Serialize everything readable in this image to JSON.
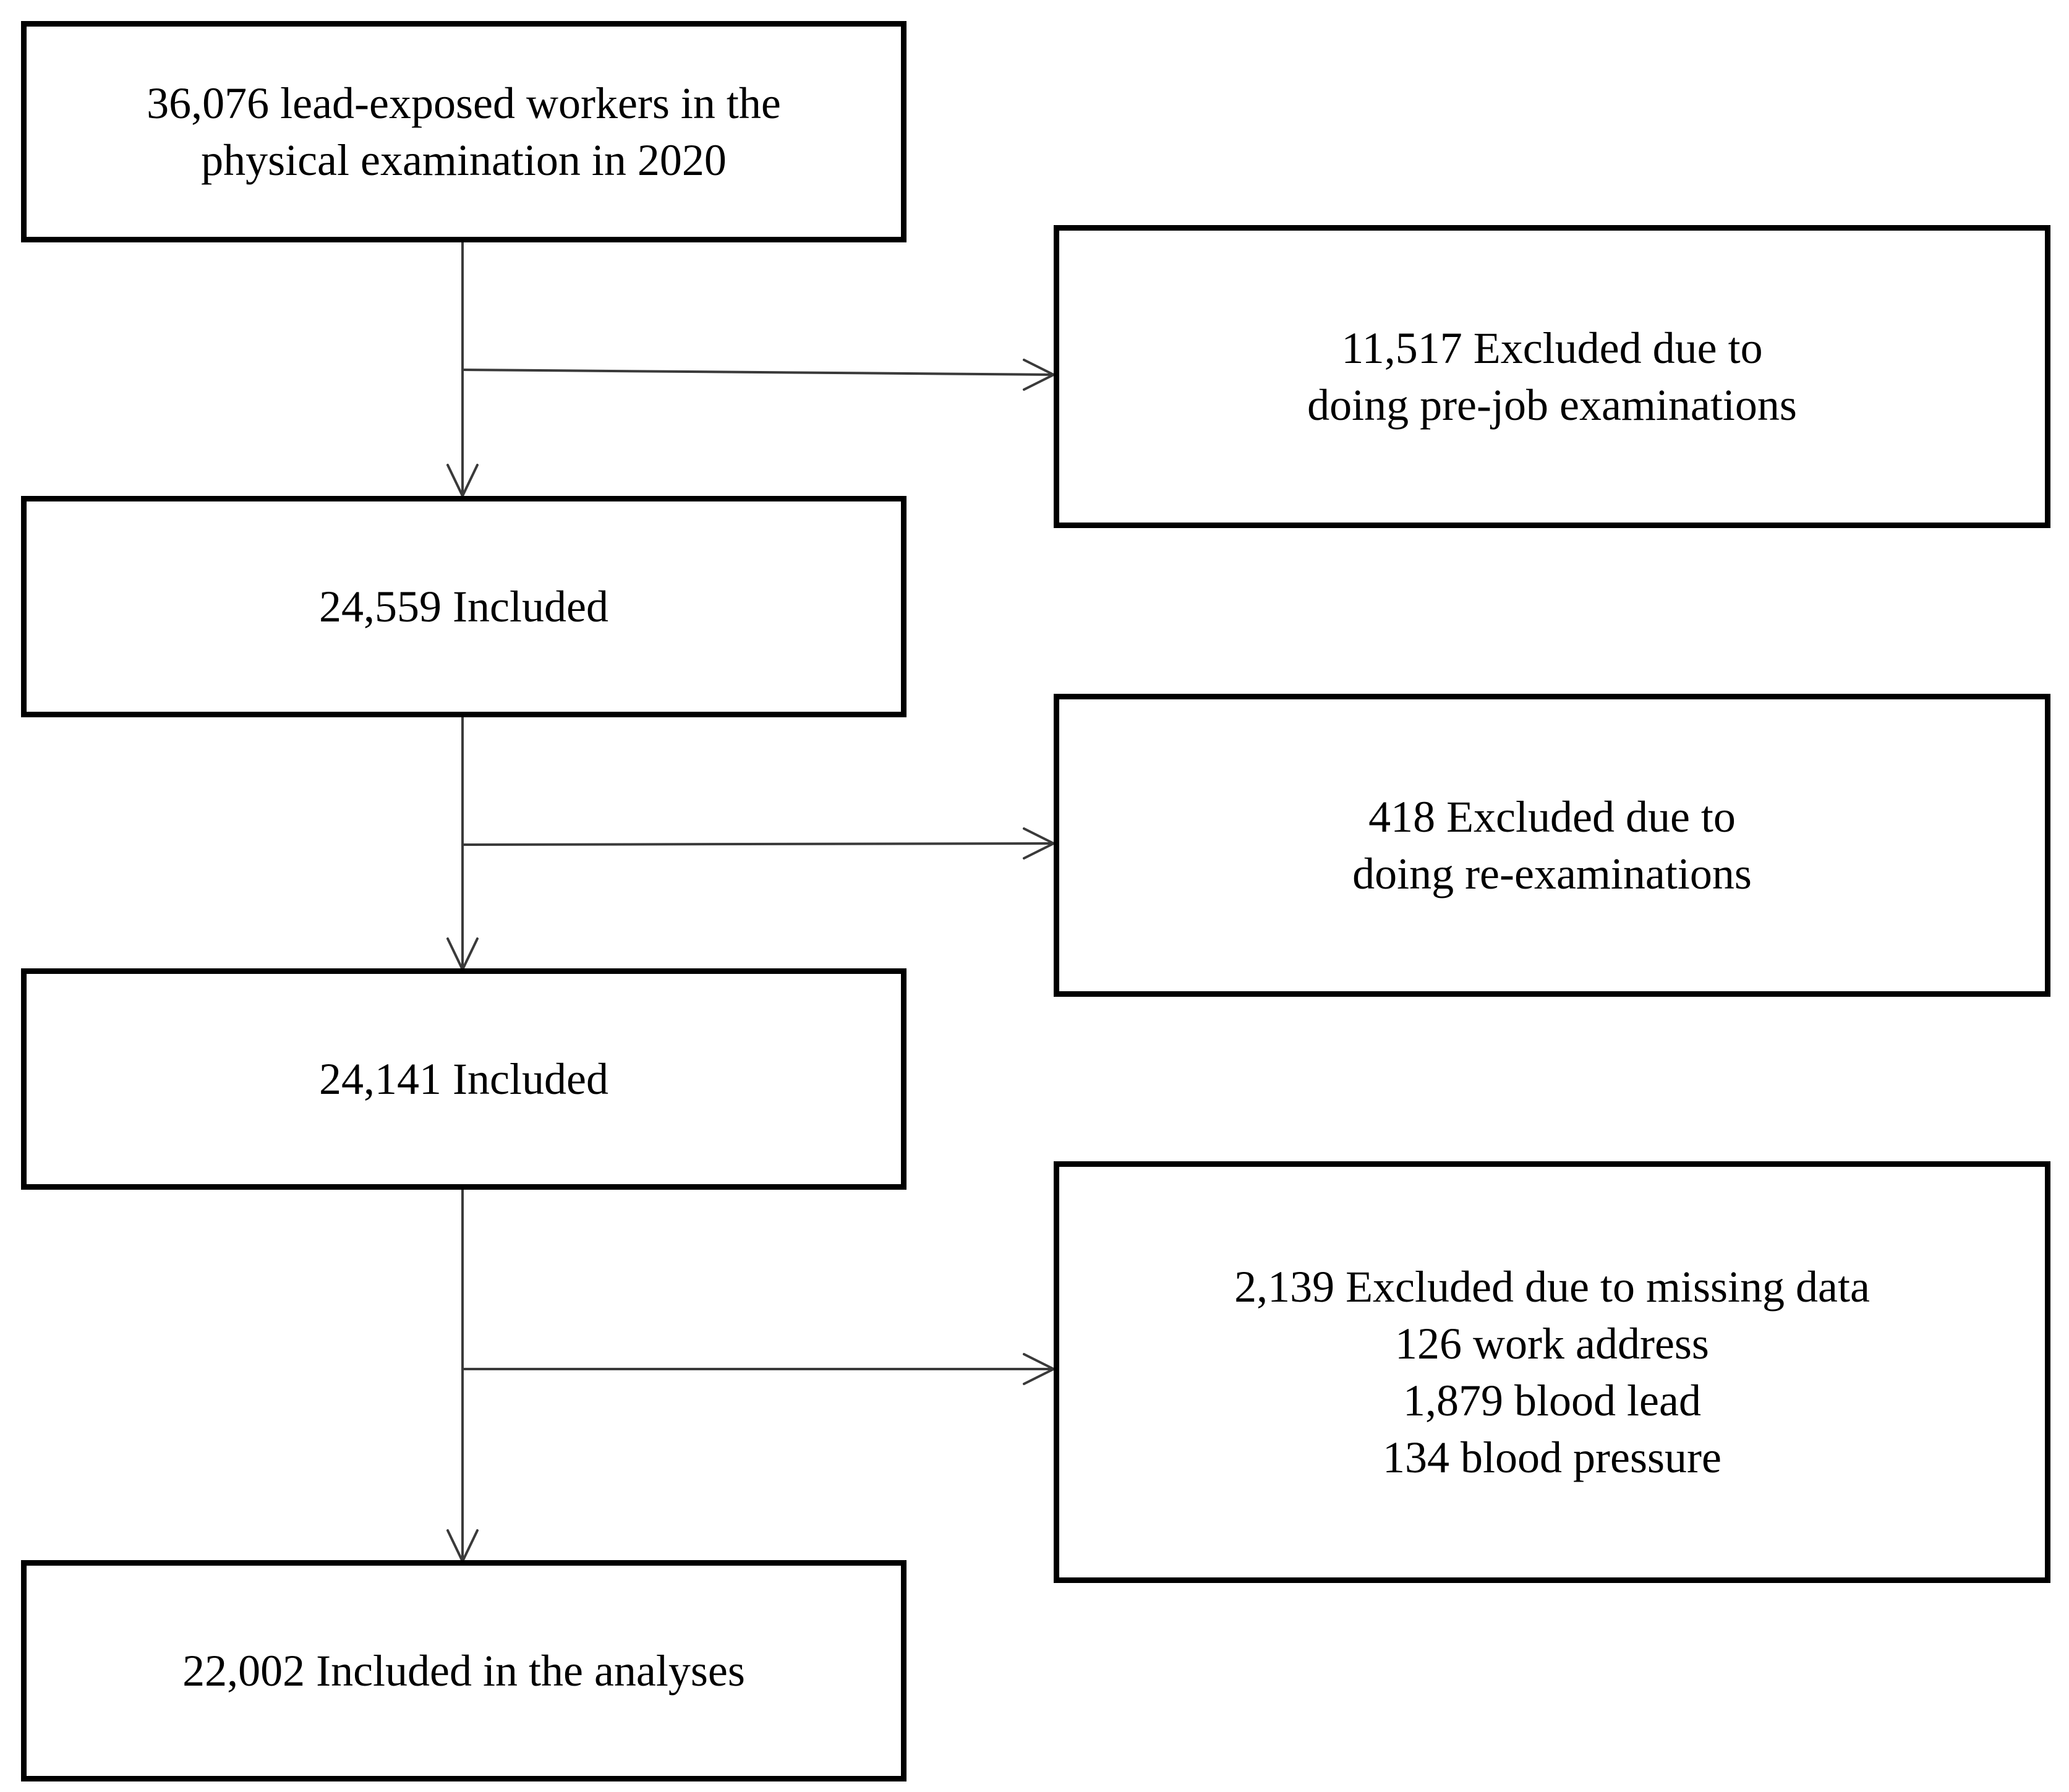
{
  "flowchart": {
    "main_boxes": [
      {
        "lines": [
          "36,076 lead-exposed workers in the",
          "physical examination in 2020"
        ]
      },
      {
        "lines": [
          "24,559 Included"
        ]
      },
      {
        "lines": [
          "24,141 Included"
        ]
      },
      {
        "lines": [
          "22,002 Included in the analyses"
        ]
      }
    ],
    "exclusion_boxes": [
      {
        "lines": [
          "11,517 Excluded due to",
          "doing pre-job examinations"
        ]
      },
      {
        "lines": [
          "418 Excluded due to",
          "doing re-examinations"
        ]
      },
      {
        "lines": [
          "2,139 Excluded due to missing data",
          "126 work address",
          "1,879 blood lead",
          "134 blood pressure"
        ]
      }
    ]
  }
}
